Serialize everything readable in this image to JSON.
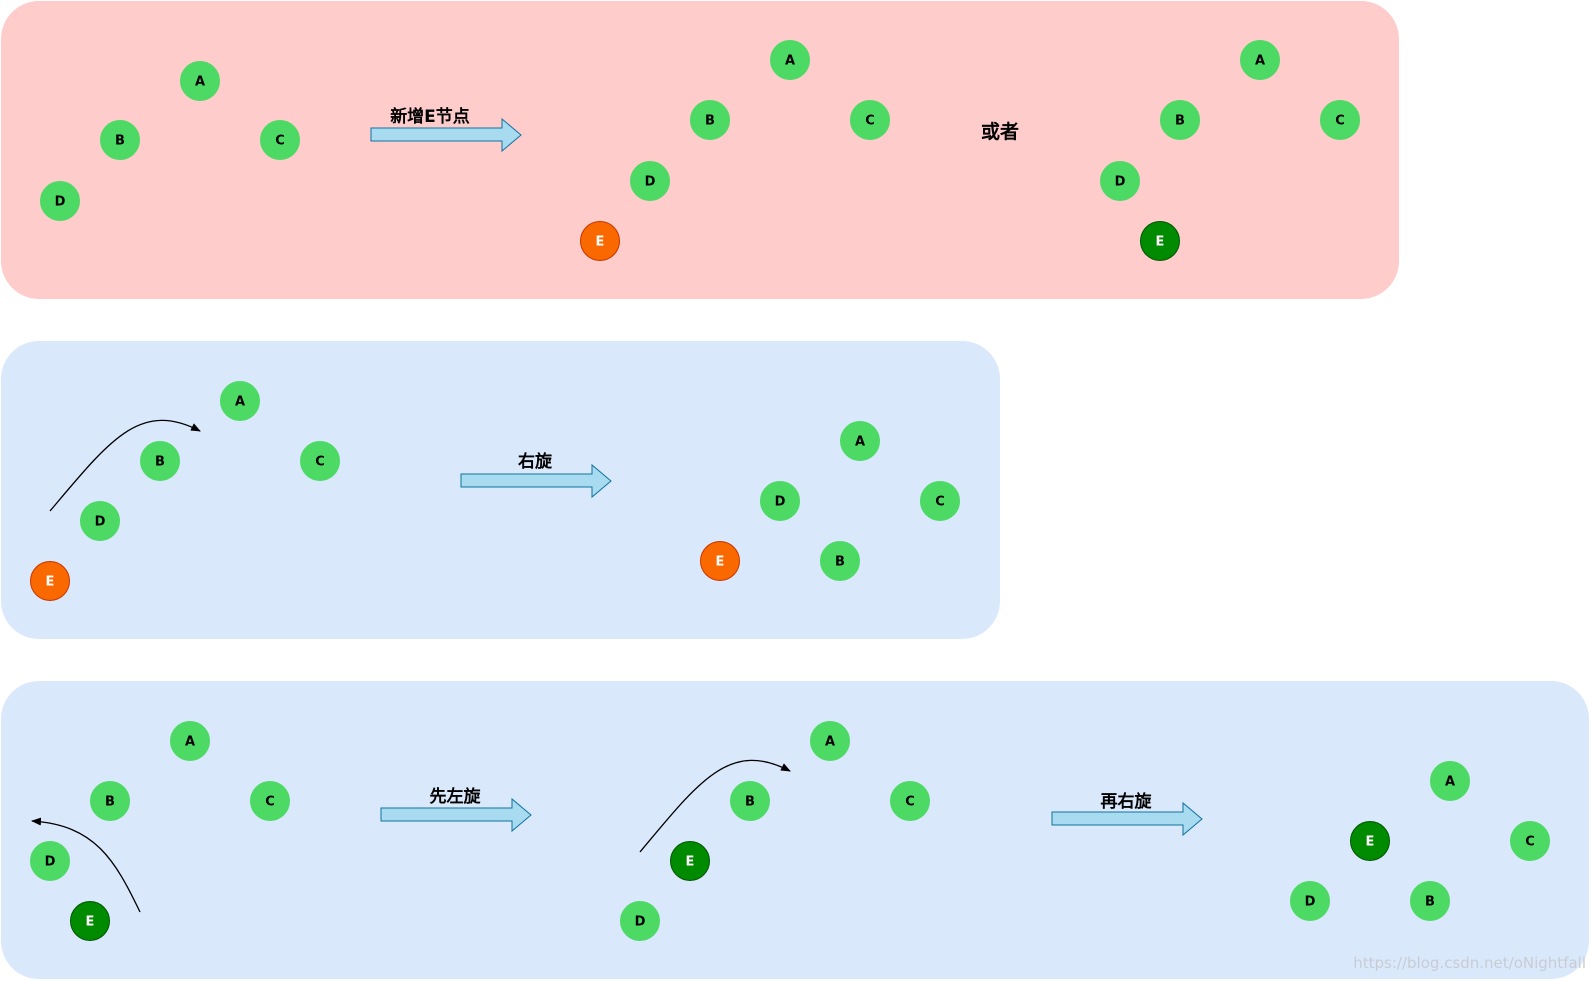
{
  "colors": {
    "green": "#4cd964",
    "dark_green": "#008a00",
    "orange": "#fa6800",
    "top_panel": "#ffcccc",
    "blue_panel": "#dae8fc",
    "arrow_fill": "#a8daf0",
    "arrow_stroke": "#10739e"
  },
  "labels": {
    "add_e": "新增E节点",
    "or": "或者",
    "right_rotate": "右旋",
    "left_first": "先左旋",
    "then_right": "再右旋",
    "watermark": "https://blog.csdn.net/oNightfall"
  },
  "trees": [
    {
      "name": "top-before",
      "nodes": [
        {
          "label": "A",
          "color": "green"
        },
        {
          "label": "B",
          "color": "green"
        },
        {
          "label": "C",
          "color": "green"
        },
        {
          "label": "D",
          "color": "green"
        }
      ]
    },
    {
      "name": "top-after-1",
      "nodes": [
        {
          "label": "A",
          "color": "green"
        },
        {
          "label": "B",
          "color": "green"
        },
        {
          "label": "C",
          "color": "green"
        },
        {
          "label": "D",
          "color": "green"
        },
        {
          "label": "E",
          "color": "orange"
        }
      ]
    },
    {
      "name": "top-after-2",
      "nodes": [
        {
          "label": "A",
          "color": "green"
        },
        {
          "label": "B",
          "color": "green"
        },
        {
          "label": "C",
          "color": "green"
        },
        {
          "label": "D",
          "color": "green"
        },
        {
          "label": "E",
          "color": "dark_green"
        }
      ]
    },
    {
      "name": "mid-before",
      "nodes": [
        {
          "label": "A",
          "color": "green"
        },
        {
          "label": "B",
          "color": "green"
        },
        {
          "label": "C",
          "color": "green"
        },
        {
          "label": "D",
          "color": "green"
        },
        {
          "label": "E",
          "color": "orange"
        }
      ]
    },
    {
      "name": "mid-after",
      "nodes": [
        {
          "label": "A",
          "color": "green"
        },
        {
          "label": "D",
          "color": "green"
        },
        {
          "label": "C",
          "color": "green"
        },
        {
          "label": "E",
          "color": "orange"
        },
        {
          "label": "B",
          "color": "green"
        }
      ]
    },
    {
      "name": "bot-before",
      "nodes": [
        {
          "label": "A",
          "color": "green"
        },
        {
          "label": "B",
          "color": "green"
        },
        {
          "label": "C",
          "color": "green"
        },
        {
          "label": "D",
          "color": "green"
        },
        {
          "label": "E",
          "color": "dark_green"
        }
      ]
    },
    {
      "name": "bot-middle",
      "nodes": [
        {
          "label": "A",
          "color": "green"
        },
        {
          "label": "B",
          "color": "green"
        },
        {
          "label": "C",
          "color": "green"
        },
        {
          "label": "E",
          "color": "dark_green"
        },
        {
          "label": "D",
          "color": "green"
        }
      ]
    },
    {
      "name": "bot-after",
      "nodes": [
        {
          "label": "A",
          "color": "green"
        },
        {
          "label": "E",
          "color": "dark_green"
        },
        {
          "label": "C",
          "color": "green"
        },
        {
          "label": "D",
          "color": "green"
        },
        {
          "label": "B",
          "color": "green"
        }
      ]
    }
  ]
}
